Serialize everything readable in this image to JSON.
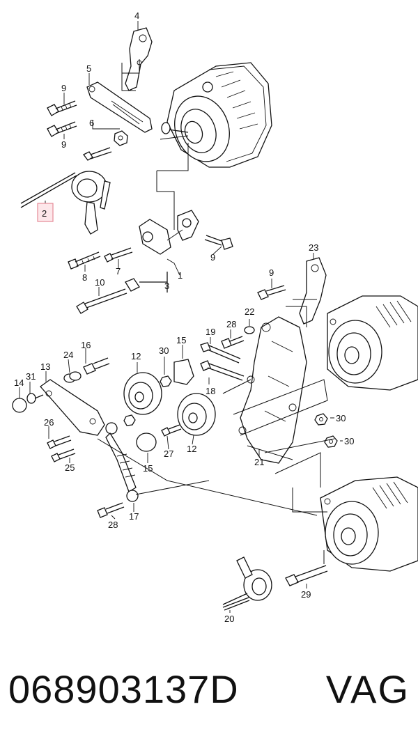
{
  "diagram": {
    "callouts": [
      "1",
      "2",
      "3",
      "4",
      "5",
      "6",
      "7",
      "8",
      "9",
      "10",
      "12",
      "13",
      "14",
      "15",
      "16",
      "17",
      "18",
      "19",
      "20",
      "21",
      "22",
      "23",
      "24",
      "25",
      "26",
      "27",
      "28",
      "29",
      "30",
      "31"
    ],
    "highlighted_callout": "2"
  },
  "footer": {
    "part_number": "068903137D",
    "brand": "VAG"
  }
}
